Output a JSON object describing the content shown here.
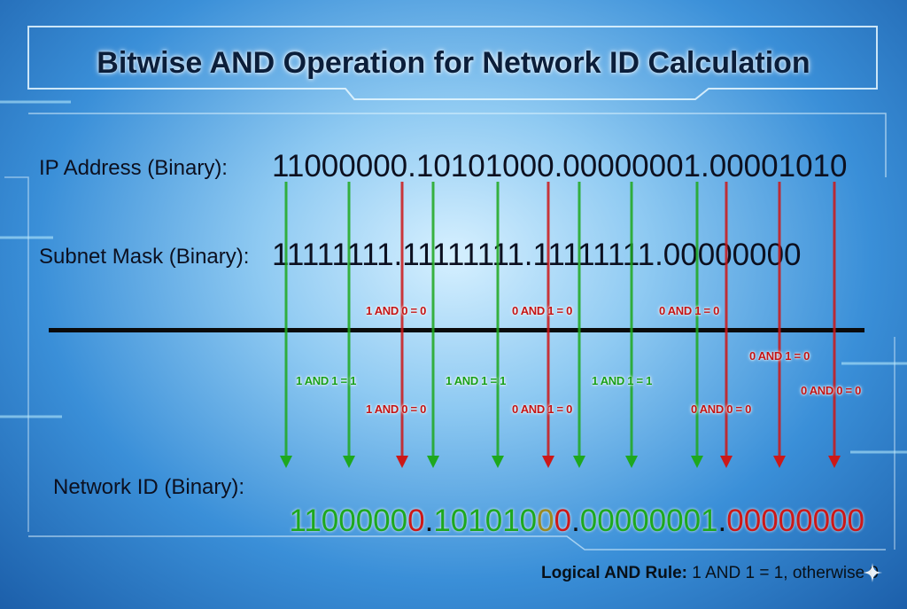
{
  "title": "Bitwise AND Operation for Network ID Calculation",
  "rows": {
    "ip": {
      "label": "IP Address (Binary):",
      "value": "11000000.10101000.00000001.00001010"
    },
    "mask": {
      "label": "Subnet Mask (Binary):",
      "value": "11111111.11111111.11111111.00000000"
    },
    "network": {
      "label": "Network ID (Binary):",
      "value": "11000000.10101000.00000001.00000000"
    }
  },
  "annotations": [
    {
      "text": "1 AND 1 = 1",
      "color": "green"
    },
    {
      "text": "1 AND 1 = 1",
      "color": "green"
    },
    {
      "text": "1 AND 1 = 1",
      "color": "green"
    },
    {
      "text": "1 AND 0 = 0",
      "color": "red"
    },
    {
      "text": "1 AND 0 = 0",
      "color": "red"
    },
    {
      "text": "0 AND 1 = 0",
      "color": "red"
    },
    {
      "text": "0 AND 1 = 0",
      "color": "red"
    },
    {
      "text": "0 AND 1 = 0",
      "color": "red"
    },
    {
      "text": "0 AND 0 = 0",
      "color": "red"
    },
    {
      "text": "0 AND 1 = 0",
      "color": "red"
    },
    {
      "text": "0 AND 0 = 0",
      "color": "red"
    }
  ],
  "rule": {
    "label": "Logical AND Rule:",
    "text": " 1 AND 1 = 1, otherwise 0"
  },
  "colors": {
    "green": "#1ea81e",
    "red": "#cc1818",
    "background": "#3a8fd8"
  }
}
